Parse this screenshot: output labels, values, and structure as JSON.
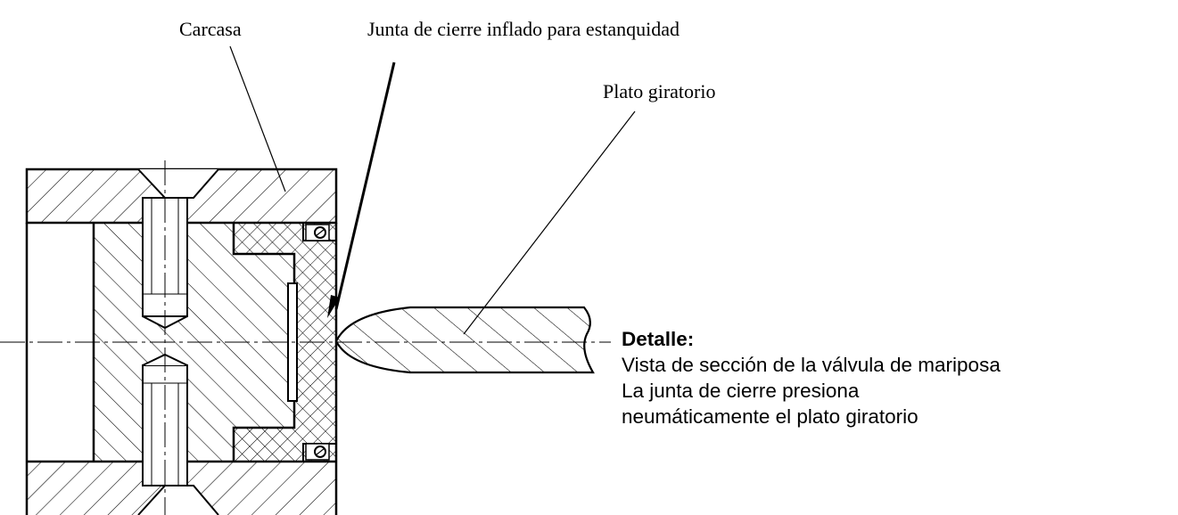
{
  "labels": {
    "housing": "Carcasa",
    "seal": "Junta de cierre inflado para estanquidad",
    "disc": "Plato giratorio"
  },
  "caption": {
    "title": "Detalle:",
    "lines": [
      "Vista de sección de la válvula de mariposa",
      "La junta de cierre presiona",
      "neumáticamente el plato giratorio"
    ]
  },
  "colors": {
    "line": "#000000",
    "background": "#ffffff"
  }
}
